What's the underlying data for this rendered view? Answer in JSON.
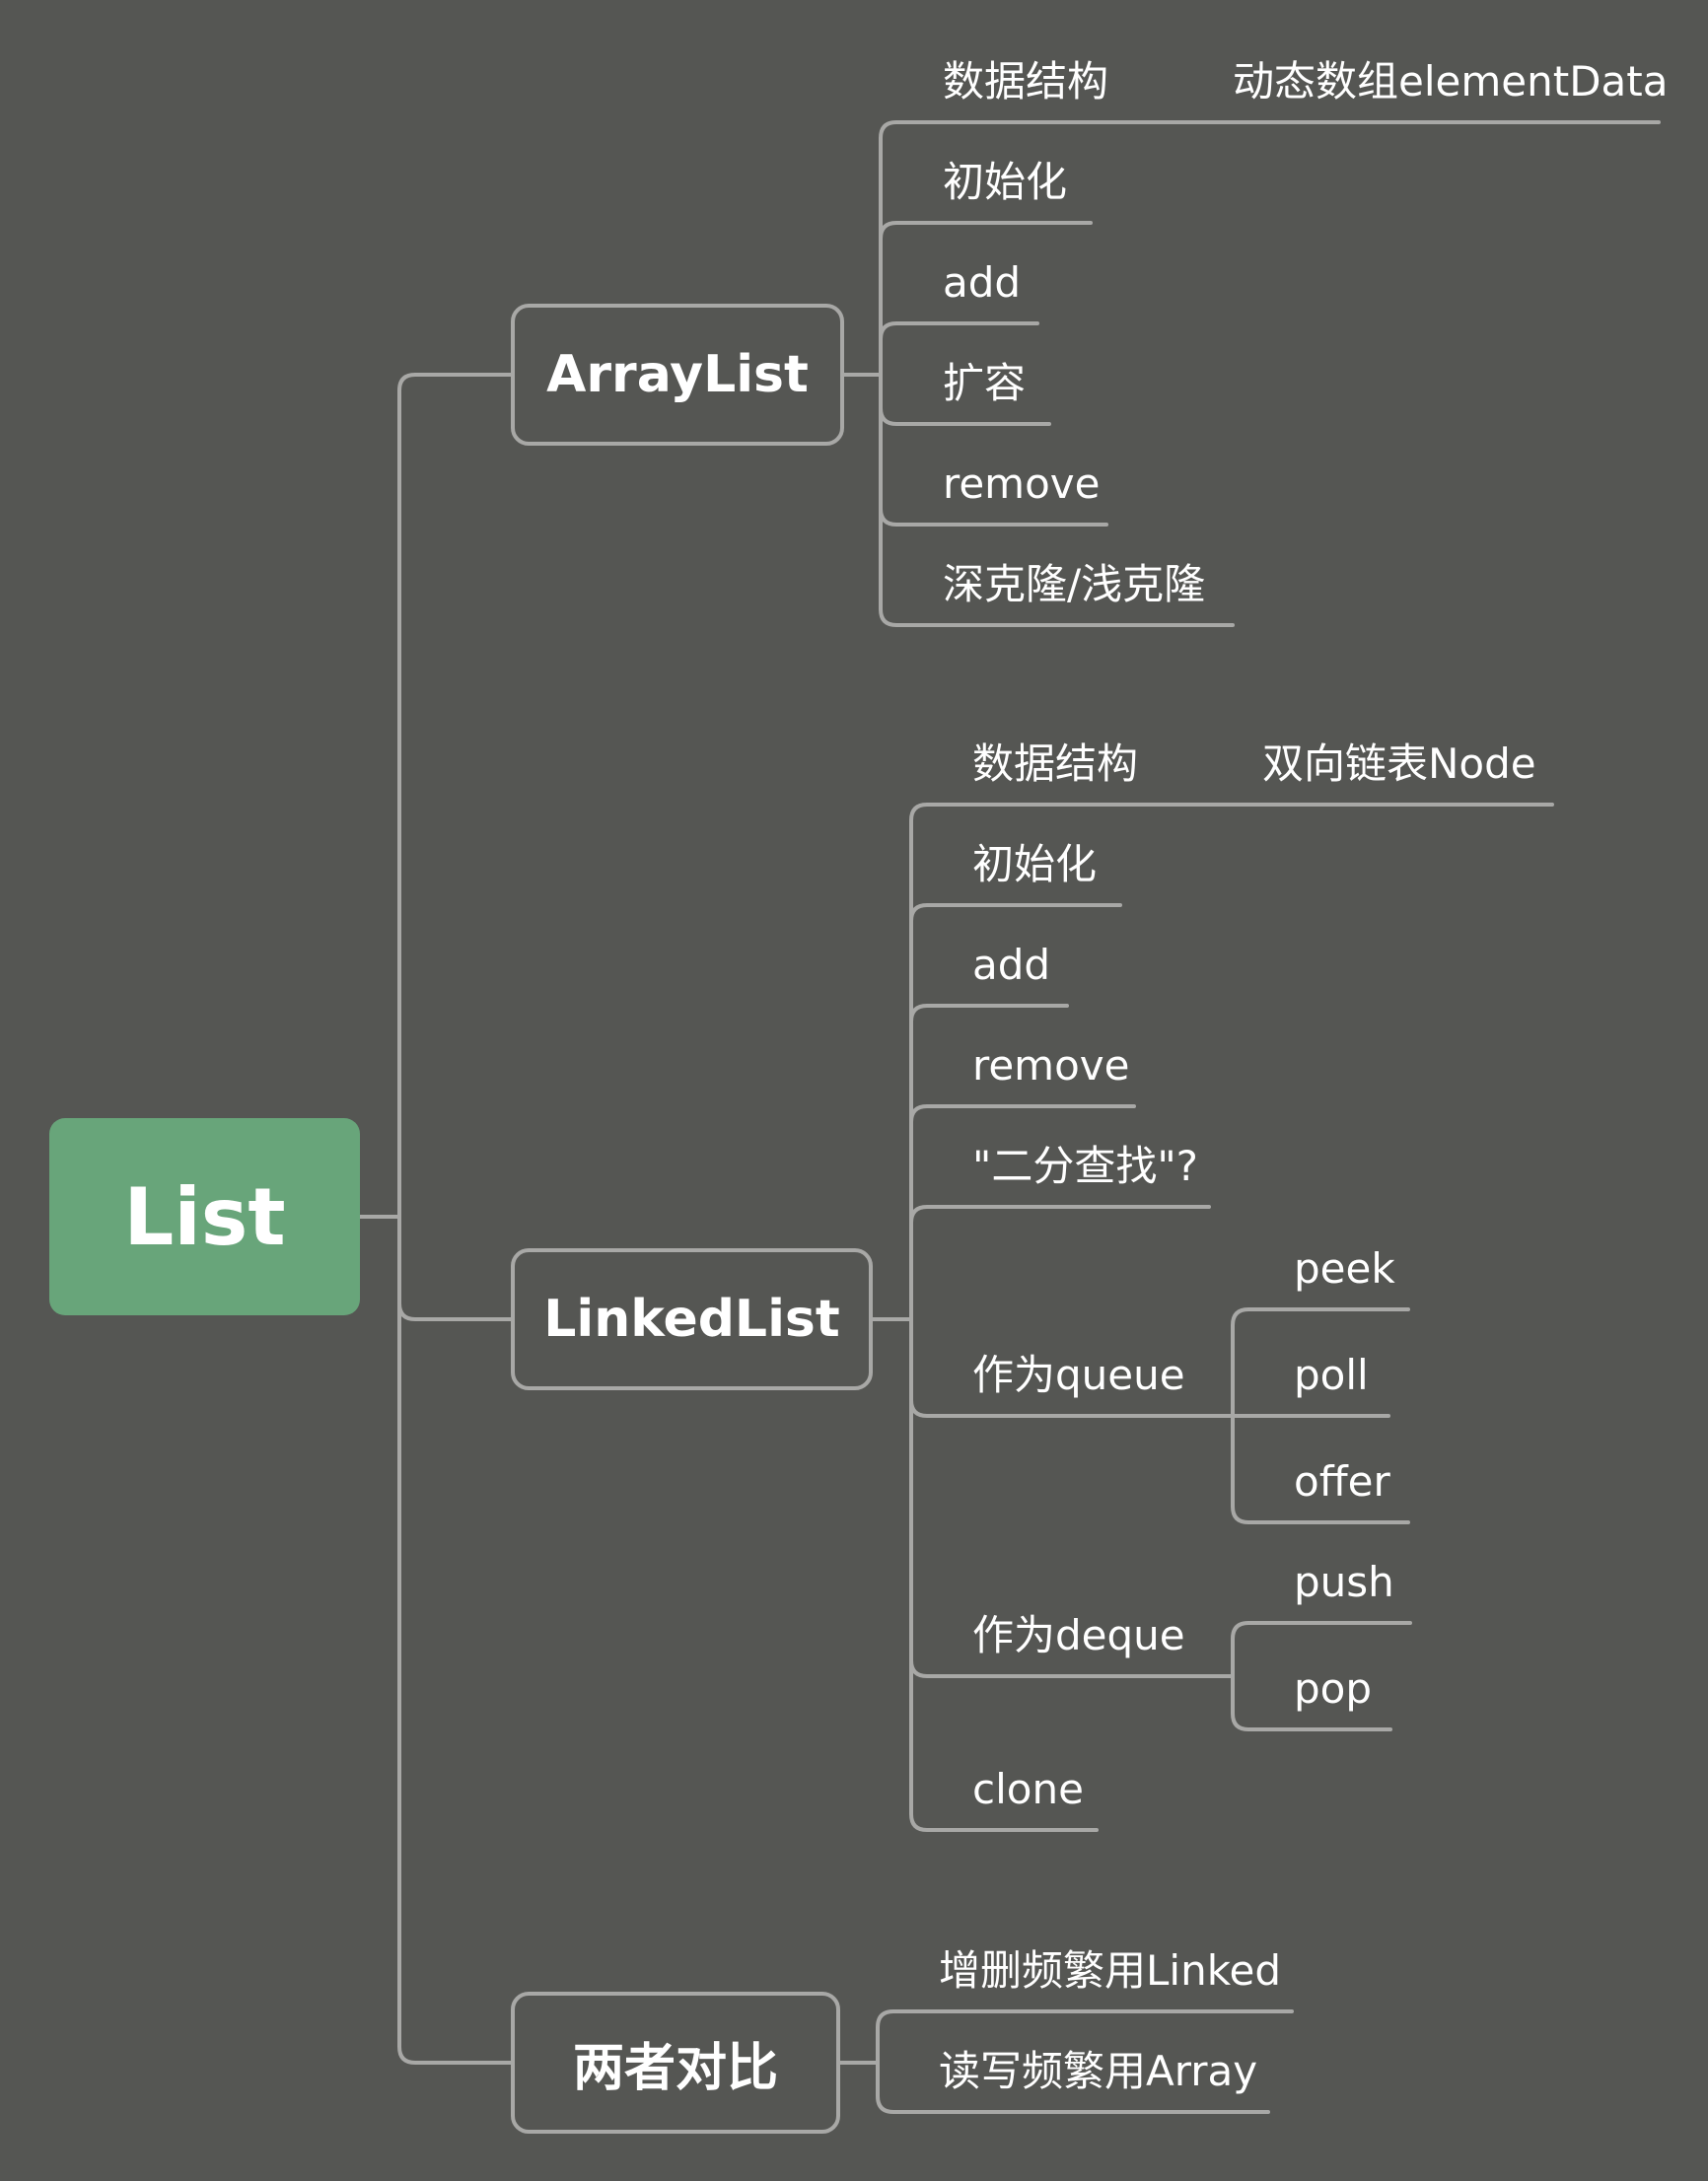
{
  "root": {
    "label": "List"
  },
  "arraylist": {
    "label": "ArrayList",
    "items": {
      "data_structure": "数据结构",
      "data_structure_value": "动态数组elementData",
      "init": "初始化",
      "add": "add",
      "grow": "扩容",
      "remove": "remove",
      "clone": "深克隆/浅克隆"
    }
  },
  "linkedlist": {
    "label": "LinkedList",
    "items": {
      "data_structure": "数据结构",
      "data_structure_value": "双向链表Node",
      "init": "初始化",
      "add": "add",
      "remove": "remove",
      "binary_search": "\"二分查找\"?",
      "as_queue": "作为queue",
      "queue_peek": "peek",
      "queue_poll": "poll",
      "queue_offer": "offer",
      "as_deque": "作为deque",
      "deque_push": "push",
      "deque_pop": "pop",
      "clone": "clone"
    }
  },
  "compare": {
    "label": "两者对比",
    "items": {
      "insert_delete": "增删频繁用Linked",
      "read_write": "读写频繁用Array"
    }
  },
  "colors": {
    "background": "#555653",
    "root_fill": "#68a57a",
    "line": "#a8a8a6",
    "text": "#ffffff"
  }
}
